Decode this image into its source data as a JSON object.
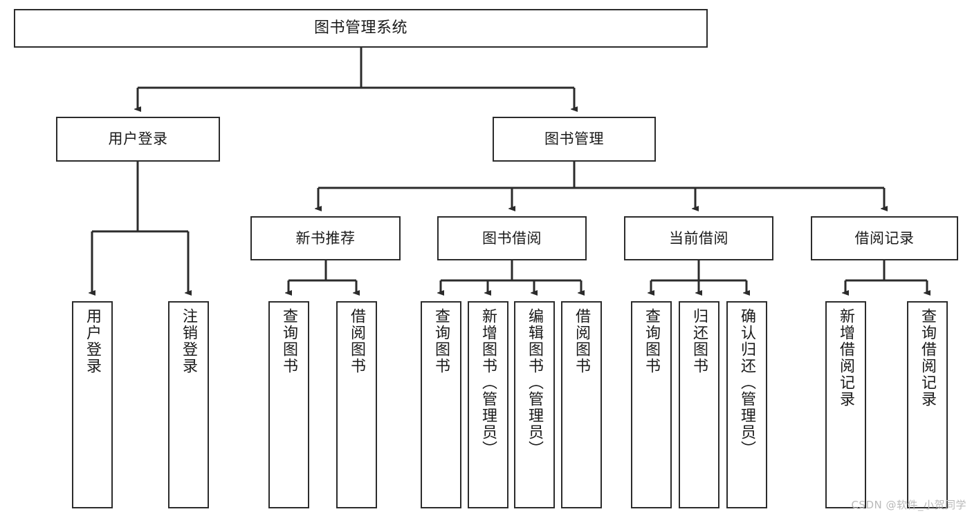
{
  "diagram": {
    "title": "图书管理系统",
    "type": "tree",
    "root": {
      "label": "图书管理系统"
    },
    "level2": [
      {
        "label": "用户登录"
      },
      {
        "label": "图书管理"
      }
    ],
    "level3": [
      {
        "label": "新书推荐"
      },
      {
        "label": "图书借阅"
      },
      {
        "label": "当前借阅"
      },
      {
        "label": "借阅记录"
      }
    ],
    "leaves": [
      {
        "label": "用户登录"
      },
      {
        "label": "注销登录"
      },
      {
        "label": "查询图书"
      },
      {
        "label": "借阅图书"
      },
      {
        "label": "查询图书"
      },
      {
        "label": "新增图书（管理员）"
      },
      {
        "label": "编辑图书（管理员）"
      },
      {
        "label": "借阅图书"
      },
      {
        "label": "查询图书"
      },
      {
        "label": "归还图书"
      },
      {
        "label": "确认归还（管理员）"
      },
      {
        "label": "新增借阅记录"
      },
      {
        "label": "查询借阅记录"
      }
    ],
    "colors": {
      "box_border": "#2b2b2b",
      "box_fill": "#ffffff",
      "line": "#2b2b2b",
      "text": "#1a1a1a",
      "watermark": "#b9b9b9",
      "background": "#ffffff"
    }
  },
  "watermark": {
    "text": "CSDN @软件_小贺同学"
  }
}
